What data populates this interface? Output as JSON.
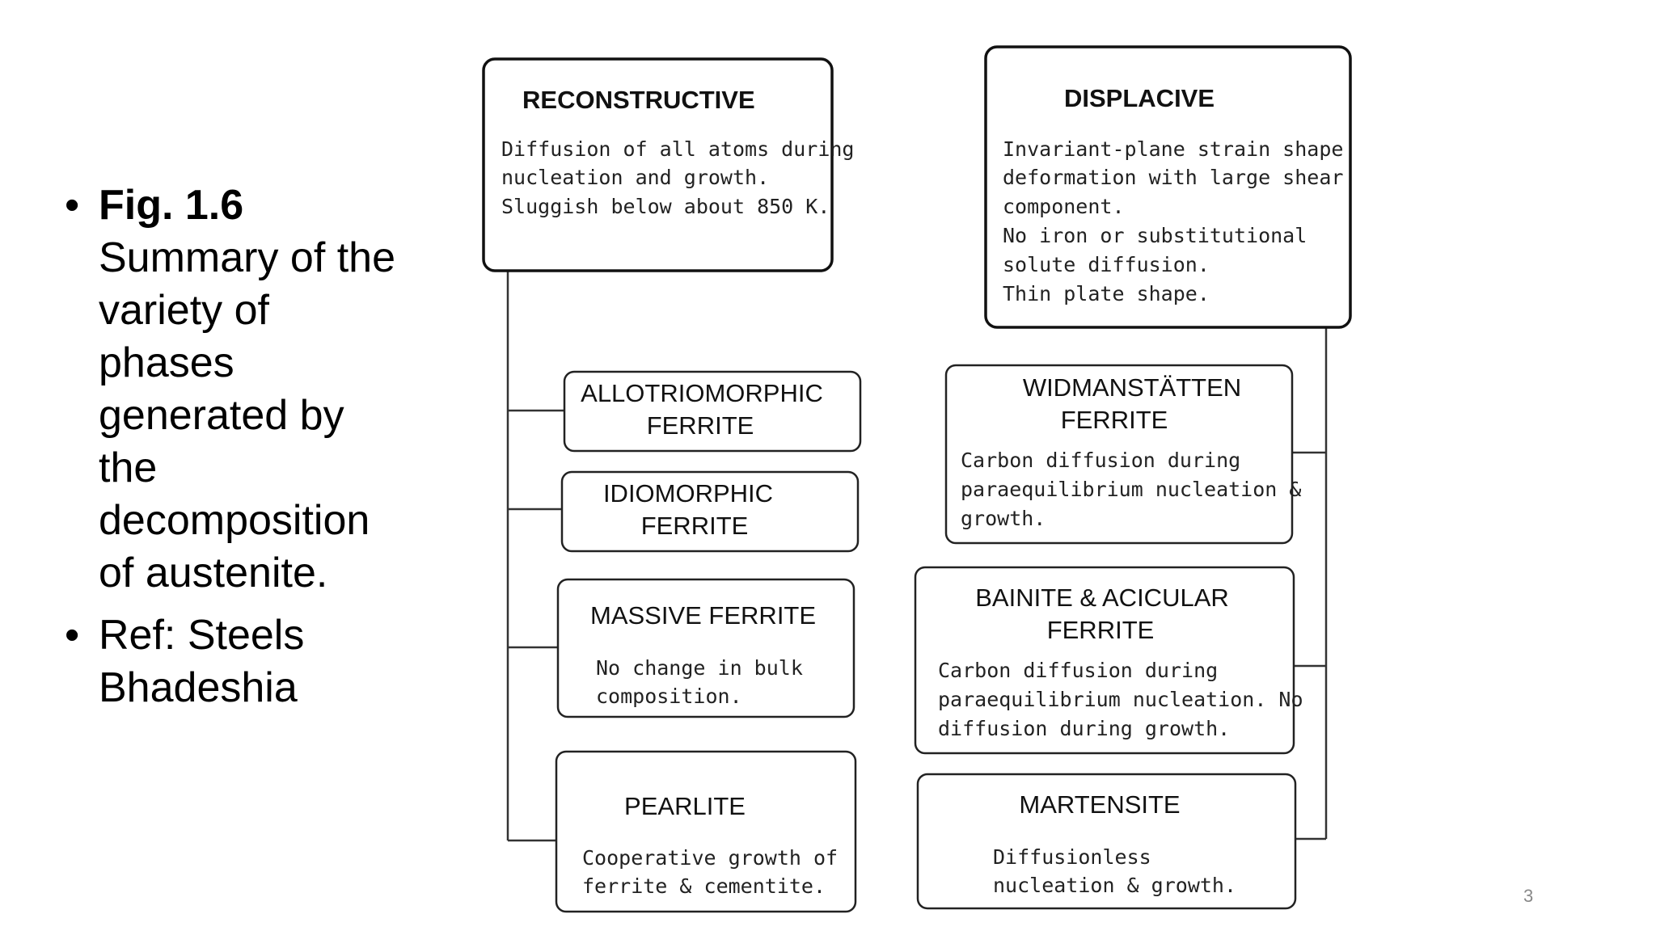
{
  "bullets": {
    "fig_label": "Fig. 1.6",
    "caption_lines": [
      "Summary of the",
      "variety of",
      "phases",
      "generated by",
      "the",
      "decomposition",
      "of austenite."
    ],
    "ref_lines": [
      "Ref: Steels",
      "Bhadeshia"
    ]
  },
  "diagram": {
    "reconstructive": {
      "title": "RECONSTRUCTIVE",
      "desc": [
        "Diffusion of all atoms during",
        "nucleation and growth.",
        "Sluggish below about 850 K."
      ]
    },
    "displacive": {
      "title": "DISPLACIVE",
      "desc": [
        "Invariant-plane strain shape",
        "deformation with large shear",
        "component.",
        "No iron or substitutional",
        "solute diffusion.",
        "Thin plate shape."
      ]
    },
    "allotriomorphic": {
      "title": [
        "ALLOTRIOMORPHIC",
        "FERRITE"
      ]
    },
    "idiomorphic": {
      "title": [
        "IDIOMORPHIC",
        "FERRITE"
      ]
    },
    "massive": {
      "title": [
        "MASSIVE FERRITE"
      ],
      "desc": [
        "No change in bulk",
        "composition."
      ]
    },
    "pearlite": {
      "title": [
        "PEARLITE"
      ],
      "desc": [
        "Cooperative growth of",
        "ferrite & cementite."
      ]
    },
    "widmanstatten": {
      "title": [
        "WIDMANSTÄTTEN",
        "FERRITE"
      ],
      "desc": [
        "Carbon diffusion during",
        "paraequilibrium nucleation &",
        "growth."
      ]
    },
    "bainite": {
      "title": [
        "BAINITE & ACICULAR",
        "FERRITE"
      ],
      "desc": [
        "Carbon diffusion during",
        "paraequilibrium nucleation. No",
        "diffusion during growth."
      ]
    },
    "martensite": {
      "title": [
        "MARTENSITE"
      ],
      "desc": [
        "Diffusionless",
        "nucleation & growth."
      ]
    }
  },
  "page_number": "3"
}
